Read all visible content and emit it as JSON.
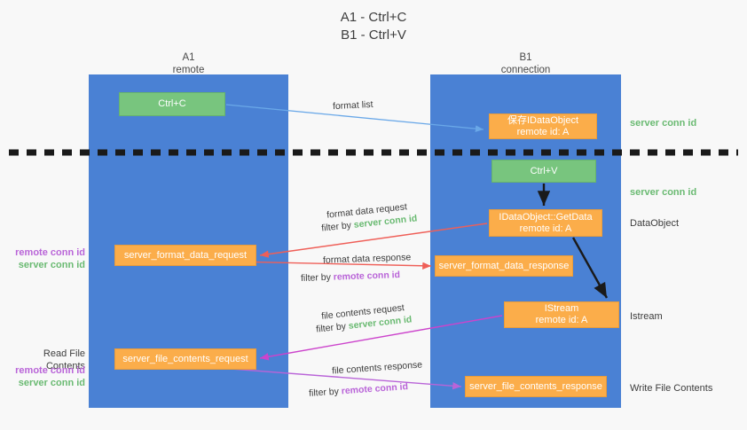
{
  "title": {
    "line1": "A1 - Ctrl+C",
    "line2": "B1 - Ctrl+V"
  },
  "columns": [
    {
      "name": "A1",
      "role": "remote"
    },
    {
      "name": "B1",
      "role": "connection"
    }
  ],
  "boxes": {
    "ctrl_c": {
      "label": "Ctrl+C"
    },
    "ctrl_v": {
      "label": "Ctrl+V"
    },
    "save_idataobject": {
      "label": "保存IDataObject",
      "sub": "remote id: A"
    },
    "getdata": {
      "label": "IDataObject::GetData",
      "sub": "remote id: A"
    },
    "istream": {
      "label": "IStream",
      "sub": "remote id: A"
    },
    "server_format_data_request": {
      "label": "server_format_data_request"
    },
    "server_format_data_response": {
      "label": "server_format_data_response"
    },
    "server_file_contents_request": {
      "label": "server_file_contents_request"
    },
    "server_file_contents_response": {
      "label": "server_file_contents_response"
    }
  },
  "edge_labels": {
    "format_list": "format list",
    "format_data_request": "format data request",
    "format_data_request_filter_prefix": "filter by ",
    "format_data_request_filter_value": "server conn id",
    "format_data_response": "format data response",
    "format_data_response_filter_prefix": "filter by ",
    "format_data_response_filter_value": "remote conn id",
    "file_contents_request": "file contents request",
    "file_contents_request_filter_prefix": "filter by ",
    "file_contents_request_filter_value": "server conn id",
    "file_contents_response": "file contents response",
    "file_contents_response_filter_prefix": "filter by ",
    "file_contents_response_filter_value": "remote conn id"
  },
  "side_labels": {
    "right": {
      "server_conn_id_top": "server conn id",
      "server_conn_id_mid": "server conn id",
      "dataobject": "DataObject",
      "istream": "Istream",
      "write_file_contents": "Write File Contents"
    },
    "left": {
      "remote_conn_id_upper": "remote conn id",
      "server_conn_id_upper": "server conn id",
      "read_file_contents": "Read File Contents",
      "remote_conn_id_lower": "remote conn id",
      "server_conn_id_lower": "server conn id"
    }
  },
  "colors": {
    "lane_blue": "#4a81d4",
    "box_green": "#78c57e",
    "box_orange": "#fbad4a",
    "green_text": "#6aba72",
    "purple_text": "#b964d8",
    "arrow_blue": "#6aa8e8",
    "arrow_red": "#ef5f58",
    "arrow_magenta": "#cc44cc",
    "arrow_purple": "#b964d8",
    "arrow_black": "#1a1a1a",
    "background": "#f8f8f8"
  }
}
